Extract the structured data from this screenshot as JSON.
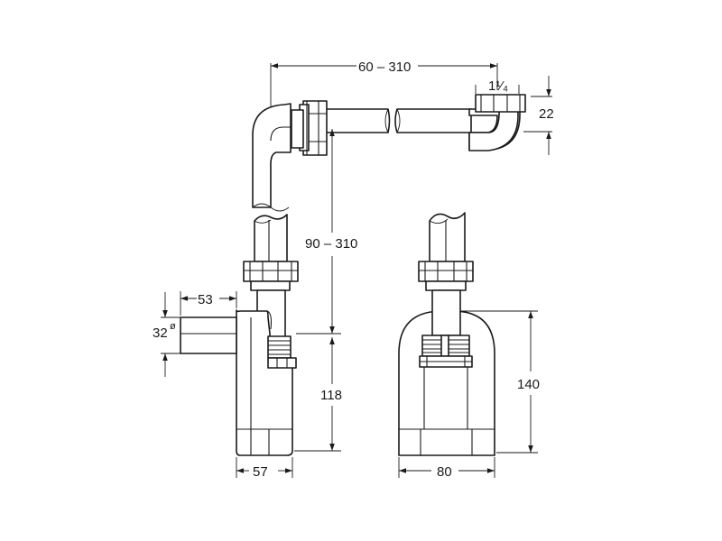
{
  "dimensions": {
    "horizontal_range": "60 – 310",
    "pipe_size": "1¹⁄₄",
    "offset_22": "22",
    "vertical_range": "90 – 310",
    "inlet_length": "53",
    "inlet_diameter": "32",
    "diameter_symbol": "ø",
    "height_118": "118",
    "width_57": "57",
    "width_80": "80",
    "height_140": "140"
  }
}
